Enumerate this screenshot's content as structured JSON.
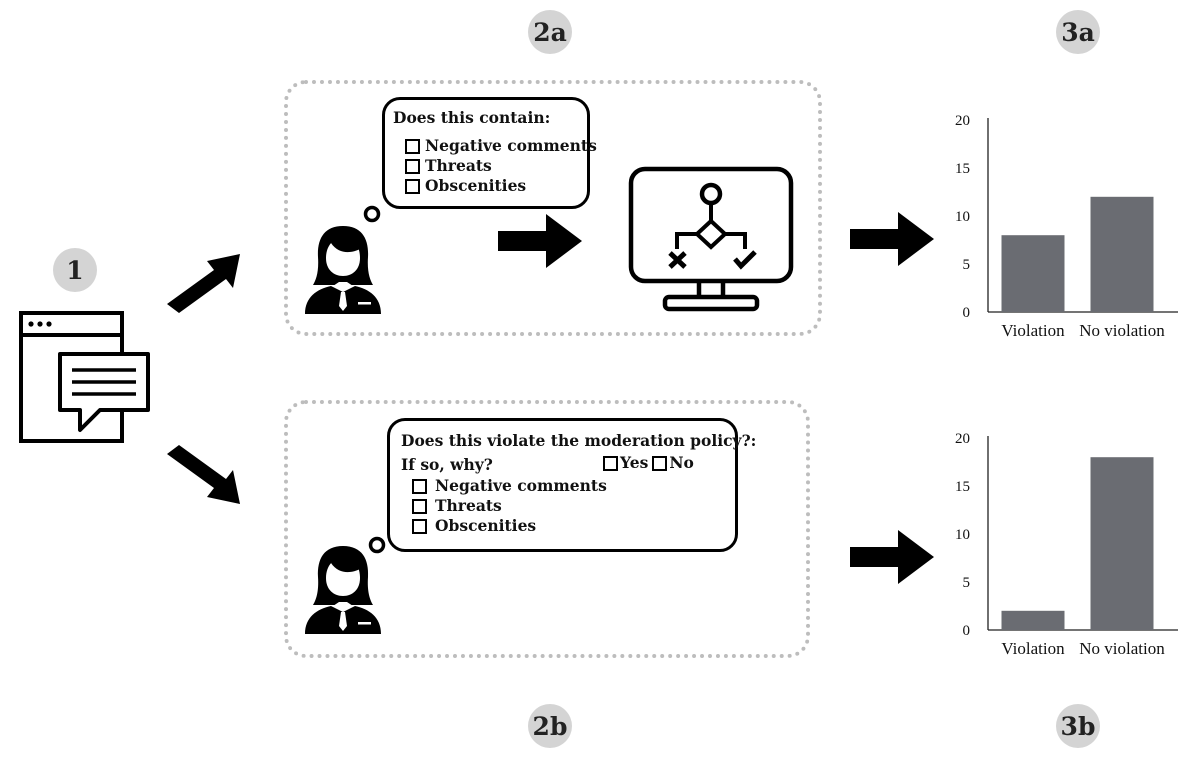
{
  "labels": {
    "step1": "1",
    "step2a": "2a",
    "step2b": "2b",
    "step3a": "3a",
    "step3b": "3b"
  },
  "panel_a": {
    "question": "Does this contain:",
    "options": [
      "Negative comments",
      "Threats",
      "Obscenities"
    ]
  },
  "panel_b": {
    "question": "Does this violate the moderation policy?:",
    "subquestion": "If so, why?",
    "yes": "Yes",
    "no": "No",
    "options": [
      "Negative comments",
      "Threats",
      "Obscenities"
    ]
  },
  "icons": [
    "chat-window-icon",
    "person-icon",
    "thought-bubble-icon",
    "arrow-icon",
    "computer-flowchart-icon"
  ],
  "colors": {
    "bar": "#6a6c72",
    "badge": "#d4d4d4",
    "panel_border": "#bdbdbd"
  },
  "chart_data": [
    {
      "type": "bar",
      "categories": [
        "Violation",
        "No violation"
      ],
      "values": [
        8,
        12
      ],
      "ylim": [
        0,
        20
      ],
      "yticks": [
        0,
        5,
        10,
        15,
        20
      ]
    },
    {
      "type": "bar",
      "categories": [
        "Violation",
        "No violation"
      ],
      "values": [
        2,
        18
      ],
      "ylim": [
        0,
        20
      ],
      "yticks": [
        0,
        5,
        10,
        15,
        20
      ]
    }
  ]
}
